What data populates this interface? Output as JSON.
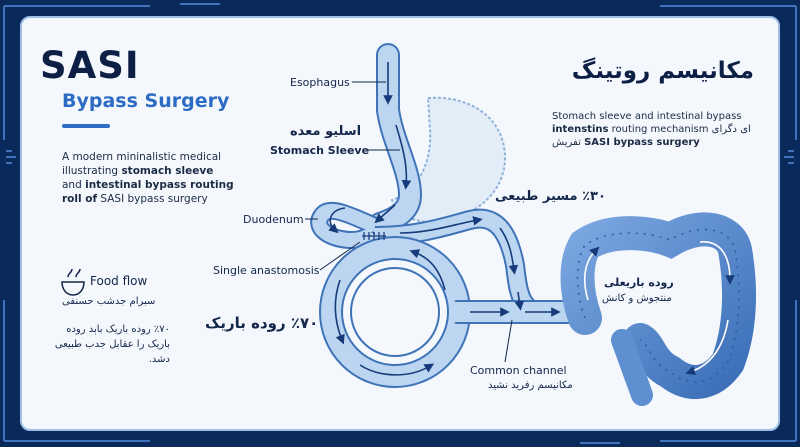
{
  "header": {
    "title": "SASI",
    "subtitle": "Bypass Surgery",
    "description_parts": [
      "A modern mininalistic medical illustrating ",
      "stomach sleeve",
      " and ",
      "intestinal bypass routing roll of",
      " SASI bypass surgery"
    ]
  },
  "food_flow": {
    "icon": "bowl-icon",
    "title": "Food flow",
    "subtitle": "سبرام جدشب حسنفی",
    "body": "٪۷۰ روده باریک باٻد روده باریک را عقابل جدب طبیعی دشد."
  },
  "mechanism": {
    "title": "مکانیسم روتینگ",
    "desc_line1": "Stomach sleeve and intestinal bypass",
    "desc_line2_bold": "intenstins",
    "desc_line2_rest": " routing mechanism ای دگرای",
    "desc_line3_fa": "تفریش ",
    "desc_line3_bold": "SASI bypass surgery"
  },
  "labels": {
    "esophagus": "Esophagus",
    "sleeve_fa": "اسلیو معده",
    "sleeve_en": "Stomach Sleeve",
    "duodenum": "Duodenum",
    "anastomosis": "Single anastomosis",
    "natural_path": "٪۳۰ مسیر طبیعی",
    "small_intestine": "٪۷۰ روده باریک",
    "large_intestine_fa": "روده باریعلی",
    "large_intestine_sub": "منتجوش و کانش",
    "common_channel": "Common channel",
    "common_channel_fa": "مکانیسم رفرید نشید"
  },
  "colors": {
    "frame": "#0b2a5c",
    "accent": "#2d6cc4",
    "tube_fill": "#bcd6f1",
    "tube_stroke": "#3f73b8",
    "colon": "#5d8fd1",
    "arrow": "#173a7a"
  }
}
